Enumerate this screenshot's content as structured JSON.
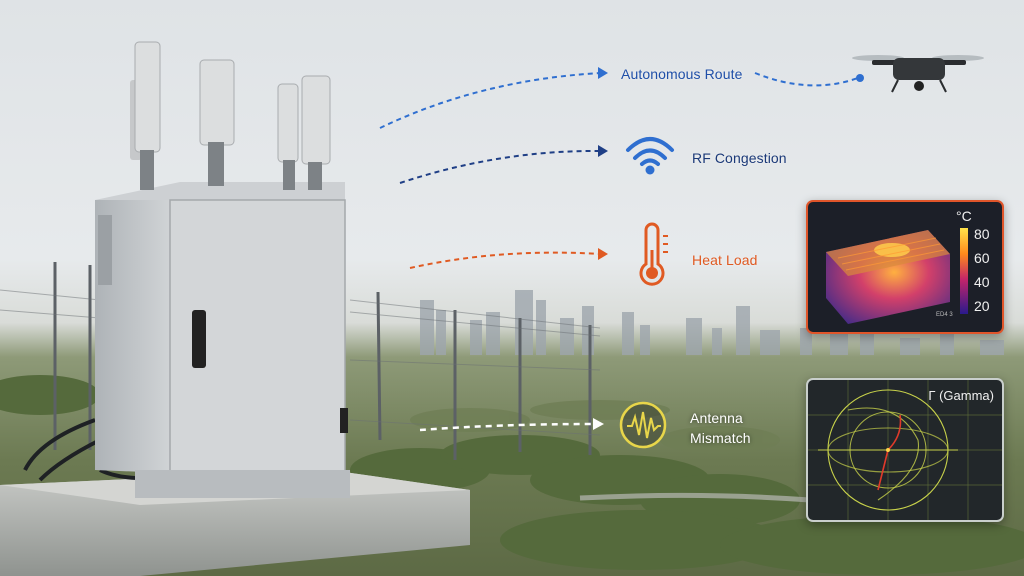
{
  "labels": {
    "autonomous_route": "Autonomous Route",
    "rf_congestion": "RF Congestion",
    "heat_load": "Heat Load",
    "antenna_line1": "Antenna",
    "antenna_line2": "Mismatch"
  },
  "thermal_panel": {
    "unit": "°C",
    "scale": [
      "80",
      "60",
      "40",
      "20"
    ],
    "corner_text": "ED4 3"
  },
  "polar_panel": {
    "title": "Γ (Gamma)"
  },
  "colors": {
    "route_blue": "#2f6fd0",
    "rf_navy": "#1f3f86",
    "heat_orange": "#e05a22",
    "mismatch_yellow": "#e8d64a",
    "thermal_border": "#e0552a"
  },
  "icons": [
    "drone-icon",
    "wifi-icon",
    "thermometer-icon",
    "waveform-icon"
  ]
}
